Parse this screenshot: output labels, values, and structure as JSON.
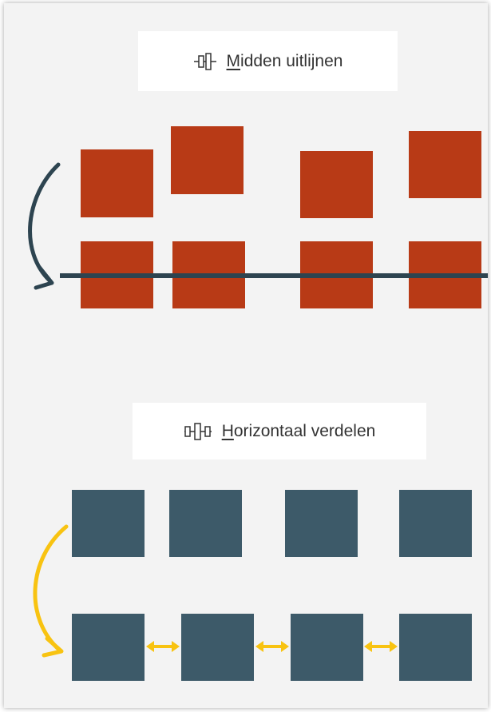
{
  "align_section": {
    "mnemonic": "M",
    "rest": "idden uitlijnen",
    "icon": "align-middle-icon",
    "color": "#b83a16",
    "line_color": "#2d4450"
  },
  "distribute_section": {
    "mnemonic": "H",
    "rest": "orizontaal verdelen",
    "icon": "distribute-horizontally-icon",
    "color": "#3d5a69",
    "arrow_color": "#f8c311"
  }
}
